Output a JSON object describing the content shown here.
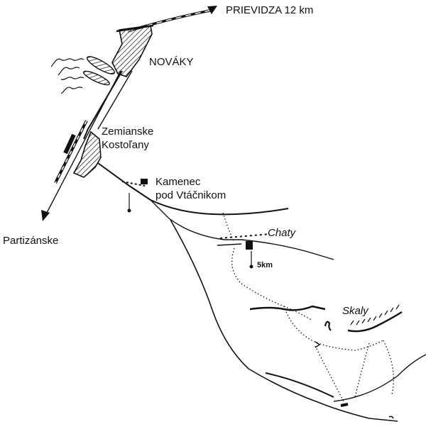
{
  "map": {
    "labels": {
      "prievidza": "PRIEVIDZA  12 km",
      "novaky": "NOVÁKY",
      "zemianske_line1": "Zemianske",
      "zemianske_line2": "Kostoľany",
      "kamenec_line1": "Kamenec",
      "kamenec_line2": "pod Vtáčnikom",
      "partizanske": "Partizánske",
      "chaty": "Chaty",
      "distance_5km": "5km",
      "skaly": "Skaly"
    },
    "colors": {
      "ink": "#111111",
      "paper": "#ffffff"
    }
  }
}
